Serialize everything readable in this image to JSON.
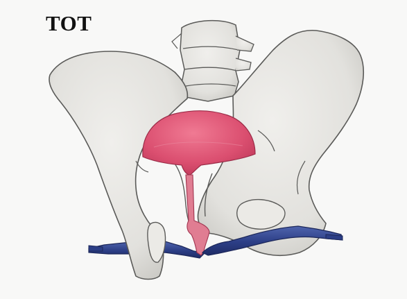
{
  "title": "TOT",
  "colors": {
    "background": "#f8f8f7",
    "bone": "#e7e6e2",
    "bone_shadow": "#c6c5c0",
    "outline": "#5a5a58",
    "bladder": "#d94f6f",
    "urethra": "#e07d92",
    "tape": "#2c3e86",
    "tape_highlight": "#4f64ad"
  },
  "icons": {
    "pelvis": "pelvis-illustration",
    "bladder": "bladder-illustration",
    "urethra": "urethra-illustration",
    "tape": "sling-tape-illustration"
  }
}
